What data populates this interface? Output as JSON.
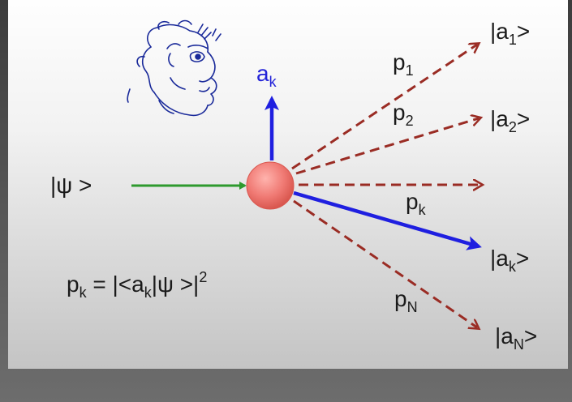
{
  "colors": {
    "incoming_arrow": "#2e9a2e",
    "measured_arrow": "#1f1fe0",
    "outcome_arrows": "#9a2c24",
    "particle_fill": "#f07a74"
  },
  "labels": {
    "psi_state": "|ψ >",
    "observable": {
      "main": "a",
      "sub": "k"
    },
    "outcome_1": {
      "main": "|a",
      "sub": "1",
      "tail": ">"
    },
    "outcome_2": {
      "main": "|a",
      "sub": "2",
      "tail": ">"
    },
    "outcome_k": {
      "main": "|a",
      "sub": "k",
      "tail": ">"
    },
    "outcome_N": {
      "main": "|a",
      "sub": "N",
      "tail": ">"
    },
    "prob_1": {
      "main": "p",
      "sub": "1"
    },
    "prob_2": {
      "main": "p",
      "sub": "2"
    },
    "prob_k": {
      "main": "p",
      "sub": "k"
    },
    "prob_N": {
      "main": "p",
      "sub": "N"
    },
    "born_rule": {
      "p": "p",
      "p_sub": "k",
      "eq": " = |<a",
      "a_sub": "k",
      "mid": "|ψ >|",
      "exp": "2"
    }
  }
}
